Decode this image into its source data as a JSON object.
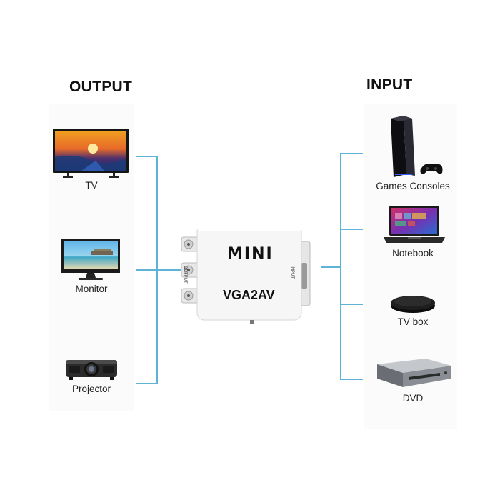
{
  "output_section": {
    "heading": "OUTPUT",
    "devices": [
      {
        "label": "TV",
        "icon": "tv-icon"
      },
      {
        "label": "Monitor",
        "icon": "monitor-icon"
      },
      {
        "label": "Projector",
        "icon": "projector-icon"
      }
    ]
  },
  "input_section": {
    "heading": "INPUT",
    "devices": [
      {
        "label": "Games Consoles",
        "icon": "game-console-icon"
      },
      {
        "label": "Notebook",
        "icon": "laptop-icon"
      },
      {
        "label": "TV box",
        "icon": "tv-box-icon"
      },
      {
        "label": "DVD",
        "icon": "dvd-player-icon"
      }
    ]
  },
  "converter": {
    "brand": "MINI",
    "model": "VGA2AV",
    "side_left": "OUTPUT",
    "side_right": "INPUT"
  },
  "colors": {
    "connector_line": "#5fb3d6",
    "device_body": "#f4f4f4",
    "text": "#111111"
  }
}
